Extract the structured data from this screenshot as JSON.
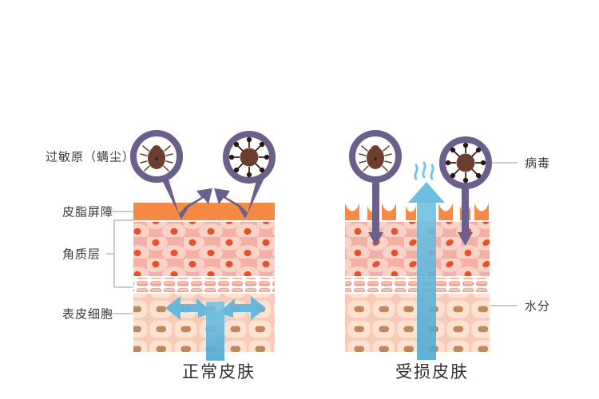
{
  "diagram": {
    "title_left": "正常皮肤",
    "title_right": "受损皮肤",
    "labels": {
      "allergen": "过敏原（螨尘）",
      "sebum_barrier": "皮脂屏障",
      "stratum_corneum": "角质层",
      "epidermal_cell": "表皮细胞",
      "virus": "病毒",
      "moisture": "水分"
    },
    "icons": {
      "mite": "dust-mite-icon",
      "virus": "virus-icon",
      "magnifier": "magnifier-icon",
      "arrow_bounce": "bounce-arrow-icon",
      "arrow_penetrate": "penetrating-arrow-icon",
      "arrow_water_retained": "water-retained-arrow-icon",
      "arrow_water_loss": "water-loss-arrow-icon",
      "steam": "steam-wisp-icon"
    },
    "colors": {
      "purple": "#6B5F8C",
      "sebum_orange": "#F58A45",
      "corneum_pink": "#F6B7AE",
      "corneum_cell": "#F9CFC6",
      "nucleus_red": "#E8502A",
      "granular_band": "#F7C5B5",
      "basal_pink": "#FBDCCF",
      "basal_nucleus": "#C08A63",
      "blue_arrow": "#62B8DC",
      "label_text": "#3a3a3a",
      "leader_line": "#9a9a9a",
      "background": "#ffffff"
    }
  }
}
